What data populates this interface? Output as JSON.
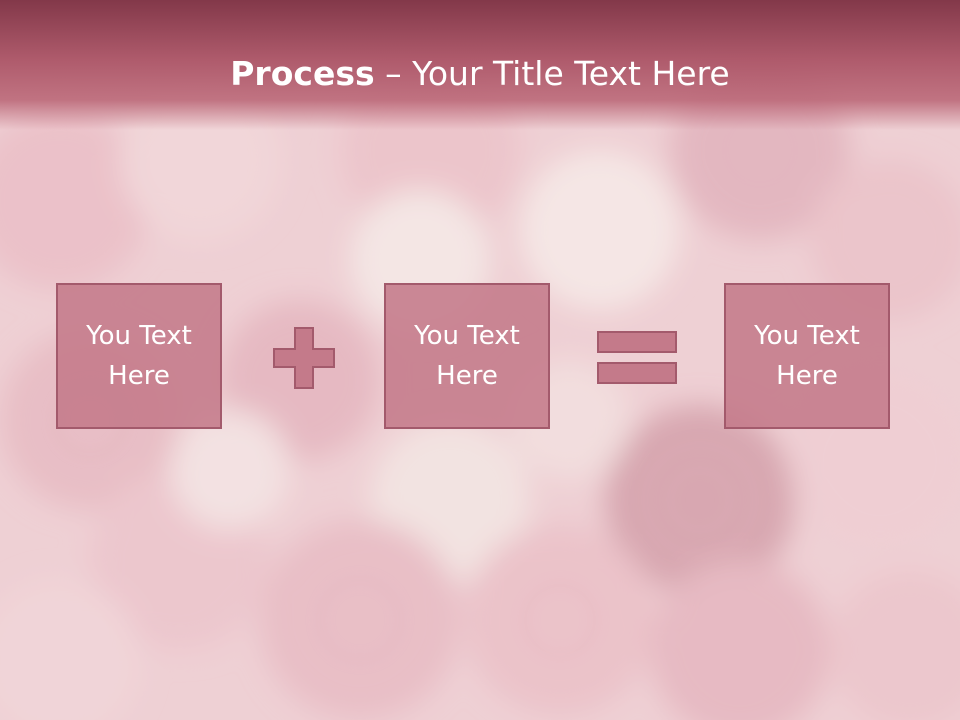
{
  "slide": {
    "title_bold": "Process",
    "title_rest": " – Your Title Text Here",
    "boxes": [
      {
        "label": "You Text Here"
      },
      {
        "label": "You Text Here"
      },
      {
        "label": "You Text Here"
      }
    ],
    "operators": [
      "plus-icon",
      "equals-icon"
    ]
  },
  "colors": {
    "header": "#a84f63",
    "box_fill": "#c47a8a",
    "box_border": "#a35a6c",
    "operator_fill": "#c47a8a",
    "text": "#ffffff"
  }
}
